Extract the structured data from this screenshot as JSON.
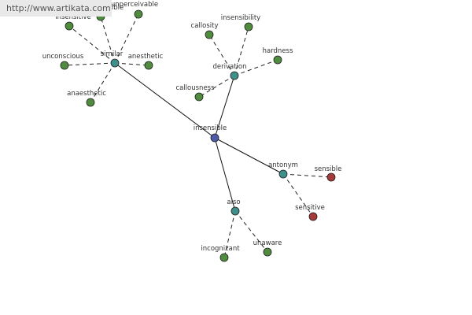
{
  "watermark": "http://www.artikata.com",
  "colors": {
    "center": "#4f5aa8",
    "relation": "#3f8f8a",
    "word_green": "#4f8c3d",
    "word_red": "#a53a3a",
    "edge": "#111111",
    "dash": "#222222"
  },
  "graph": {
    "center": "insensible",
    "relations": [
      {
        "id": "similar",
        "label": "similar",
        "words": [
          {
            "id": "insensitive",
            "label": "insensitive",
            "color": "green"
          },
          {
            "id": "imperceptible",
            "label": "imperceptible",
            "color": "green"
          },
          {
            "id": "unperceivable",
            "label": "unperceivable",
            "color": "green"
          },
          {
            "id": "unconscious",
            "label": "unconscious",
            "color": "green"
          },
          {
            "id": "anesthetic",
            "label": "anesthetic",
            "color": "green"
          },
          {
            "id": "anaesthetic",
            "label": "anaesthetic",
            "color": "green"
          }
        ]
      },
      {
        "id": "derivation",
        "label": "derivation",
        "words": [
          {
            "id": "callosity",
            "label": "callosity",
            "color": "green"
          },
          {
            "id": "insensibility",
            "label": "insensibility",
            "color": "green"
          },
          {
            "id": "hardness",
            "label": "hardness",
            "color": "green"
          },
          {
            "id": "callousness",
            "label": "callousness",
            "color": "green"
          }
        ]
      },
      {
        "id": "antonym",
        "label": "antonym",
        "words": [
          {
            "id": "sensible",
            "label": "sensible",
            "color": "red"
          },
          {
            "id": "sensitive",
            "label": "sensitive",
            "color": "red"
          }
        ]
      },
      {
        "id": "also",
        "label": "also",
        "words": [
          {
            "id": "incognizant",
            "label": "incognizant",
            "color": "green"
          },
          {
            "id": "unaware",
            "label": "unaware",
            "color": "green"
          }
        ]
      }
    ]
  }
}
